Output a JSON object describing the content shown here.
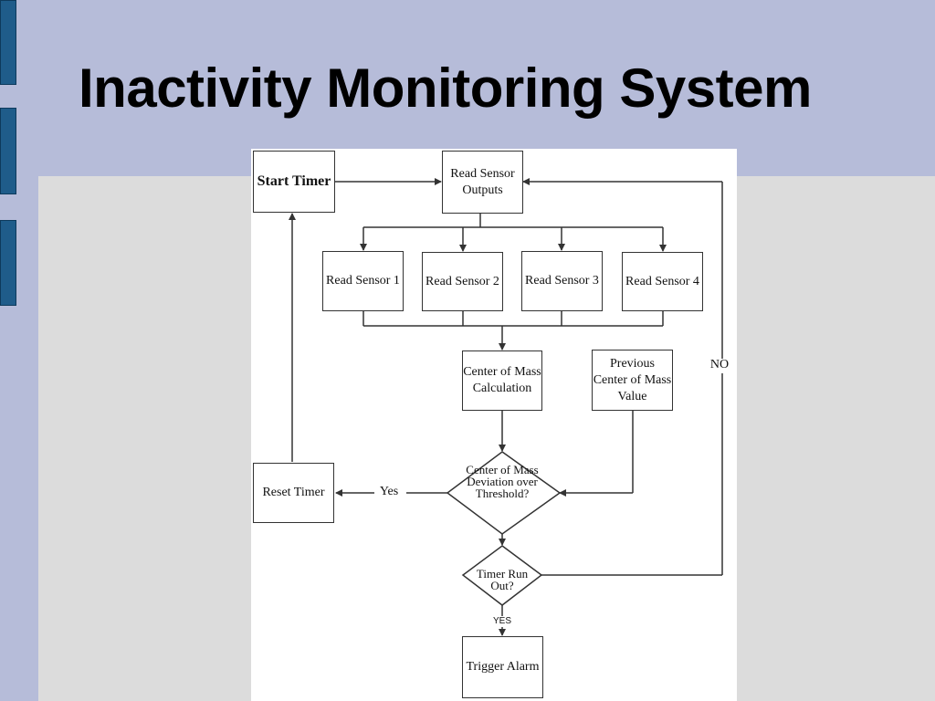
{
  "slide": {
    "title": "Inactivity Monitoring System"
  },
  "flowchart": {
    "start_timer": "Start Timer",
    "read_outputs": "Read Sensor Outputs",
    "sensors": [
      "Read Sensor 1",
      "Read Sensor 2",
      "Read Sensor 3",
      "Read Sensor 4"
    ],
    "center_of_mass": "Center of Mass Calculation",
    "previous_value": "Previous Center of Mass Value",
    "reset_timer": "Reset Timer",
    "deviation_decision": "Center of Mass Deviation over Threshold?",
    "timer_decision": "Timer Run Out?",
    "trigger_alarm": "Trigger Alarm",
    "label_yes": "Yes",
    "label_no": "NO",
    "label_yes_caps": "YES"
  }
}
